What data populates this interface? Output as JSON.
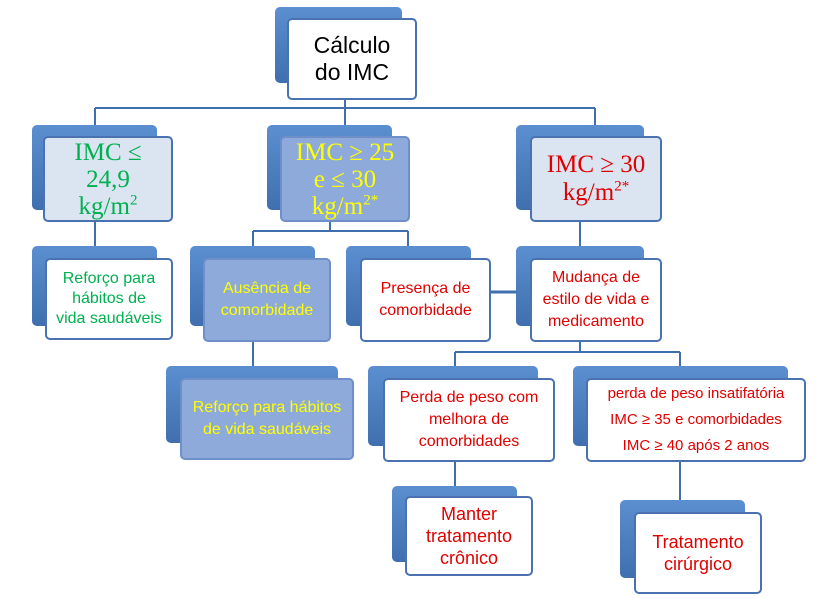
{
  "colors": {
    "green": "#00b050",
    "red": "#e00000",
    "yellow": "#ffff00",
    "black": "#000000",
    "connector": "#3f6fae"
  },
  "nodes": {
    "root": {
      "line1": "Cálculo",
      "line2": "do IMC"
    },
    "imc_low": {
      "line1": "IMC ≤",
      "line2": "24,9",
      "line3": "kg/m",
      "sup": "2"
    },
    "imc_mid": {
      "line1": "IMC ≥ 25",
      "line2": "e ≤ 30",
      "line3": "kg/m",
      "sup": "2*"
    },
    "imc_high": {
      "line1": "IMC ≥ 30",
      "line2": "kg/m",
      "sup": "2*"
    },
    "reforco_1": {
      "line1": "Reforço para",
      "line2": "hábitos de",
      "line3": "vida saudáveis"
    },
    "ausencia": {
      "line1": "Ausência de",
      "line2": "comorbidade"
    },
    "presenca": {
      "line1": "Presença de",
      "line2": "comorbidade"
    },
    "mudanca": {
      "line1": "Mudança de",
      "line2": "estilo de vida e",
      "line3": "medicamento"
    },
    "reforco_2": {
      "line1": "Reforço para hábitos",
      "line2": "de vida saudáveis"
    },
    "perda_melhora": {
      "line1": "Perda de peso com",
      "line2": "melhora de",
      "line3": "comorbidades"
    },
    "perda_insat": {
      "line1": "perda de peso insatifatória",
      "line2": "IMC ≥ 35 e comorbidades",
      "line3": "IMC ≥ 40  após 2 anos"
    },
    "manter": {
      "line1": "Manter",
      "line2": "tratamento",
      "line3": "crônico"
    },
    "cirurgico": {
      "line1": "Tratamento",
      "line2": "cirúrgico"
    }
  }
}
